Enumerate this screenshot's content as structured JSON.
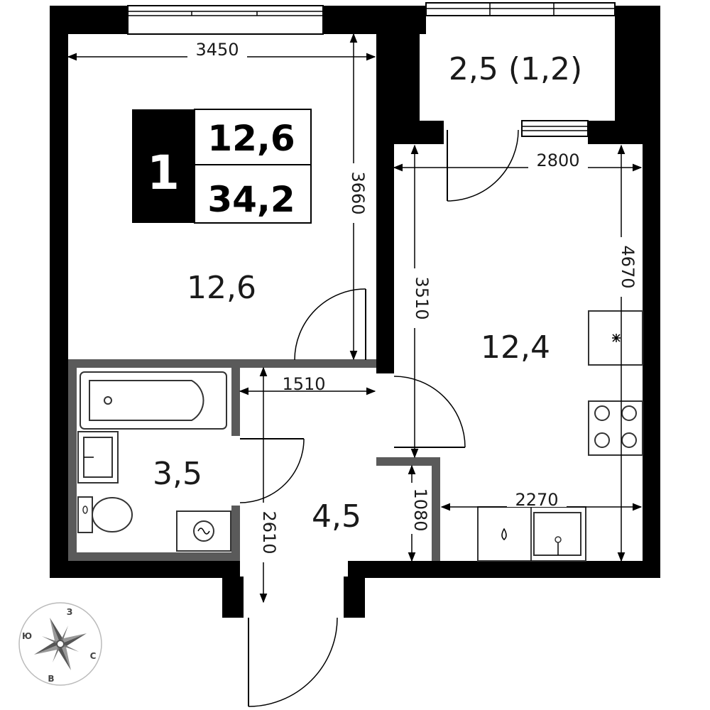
{
  "summary": {
    "rooms_count": "1",
    "living_area": "12,6",
    "total_area": "34,2"
  },
  "rooms": {
    "bedroom": "12,6",
    "balcony": "2,5 (1,2)",
    "kitchen": "12,4",
    "bathroom": "3,5",
    "hallway": "4,5"
  },
  "dimensions": {
    "bedroom_width": "3450",
    "bedroom_depth": "3660",
    "kitchen_width": "2800",
    "kitchen_depth_left": "3510",
    "kitchen_depth_right": "4670",
    "hallway_width": "1510",
    "hallway_depth": "2610",
    "hall_niche": "1080",
    "counter_length": "2270"
  },
  "compass": {
    "north": "З",
    "east": "С",
    "south": "В",
    "west": "Ю"
  }
}
